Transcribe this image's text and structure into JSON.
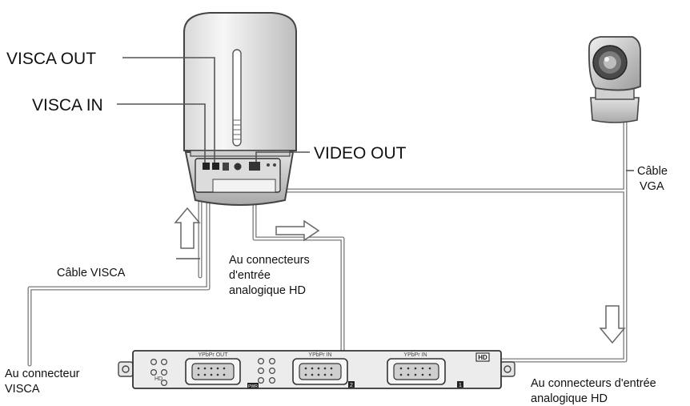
{
  "labels": {
    "visca_out": "VISCA OUT",
    "visca_in": "VISCA IN",
    "video_out": "VIDEO OUT",
    "cable_vga_line1": "Câble",
    "cable_vga_line2": "VGA",
    "cable_visca": "Câble VISCA",
    "hd_input_top_line1": "Au connecteurs",
    "hd_input_top_line2": "d'entrée",
    "hd_input_top_line3": "analogique HD",
    "visca_connector_line1": "Au connecteur",
    "visca_connector_line2": "VISCA",
    "hd_input_bottom_line1": "Au connecteurs d'entrée",
    "hd_input_bottom_line2": "analogique HD"
  },
  "board": {
    "port1_label": "YPbPr OUT",
    "port2_label": "YPbPr IN",
    "port3_label": "YPbPr IN",
    "hd_badge": "HD",
    "small_hd": "HD",
    "num2": "2",
    "num1": "1",
    "pwr": "PWR"
  }
}
